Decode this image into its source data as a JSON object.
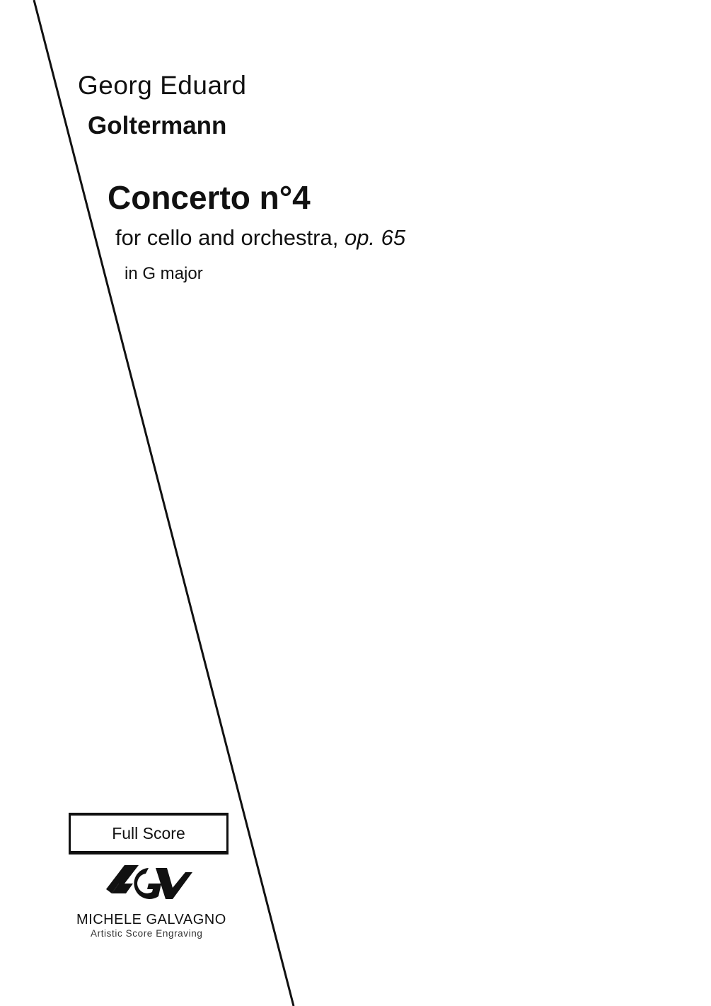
{
  "composer": {
    "first_name": "Georg Eduard",
    "last_name": "Goltermann"
  },
  "work": {
    "title": "Concerto n°4",
    "subtitle": "for cello and orchestra,",
    "opus": "op. 65",
    "key": "in G major"
  },
  "edition_label": "Full Score",
  "publisher": {
    "logo_text": "AGV",
    "name": "MICHELE GALVAGNO",
    "tagline": "Artistic Score Engraving"
  }
}
